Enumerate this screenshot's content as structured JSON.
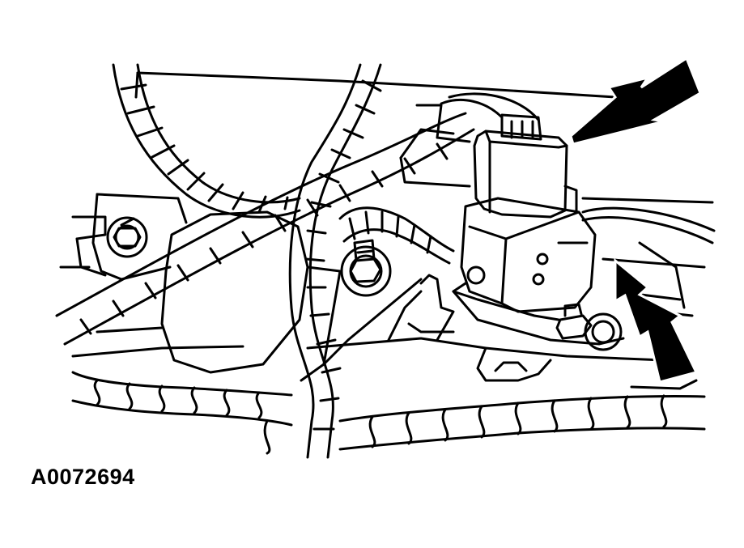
{
  "figure": {
    "id_label": "A0072694",
    "style": "black line drawing on white background",
    "components": [
      "sensor-connector",
      "sensor-bracket",
      "wiring-harness",
      "mounting-bolts",
      "callout-arrows"
    ]
  },
  "colors": {
    "ink": "#000000",
    "paper": "#ffffff"
  }
}
